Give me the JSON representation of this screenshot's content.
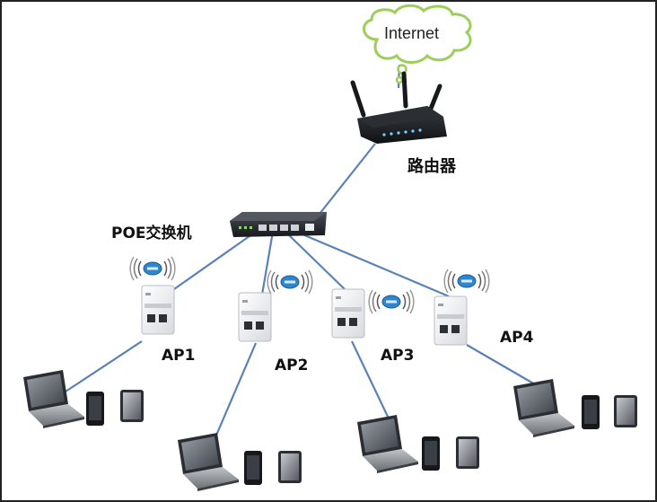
{
  "cloud": {
    "label": "Internet"
  },
  "router": {
    "label": "路由器"
  },
  "switch": {
    "label": "POE交换机"
  },
  "access_points": [
    {
      "label": "AP1"
    },
    {
      "label": "AP2"
    },
    {
      "label": "AP3"
    },
    {
      "label": "AP4"
    }
  ],
  "colors": {
    "link": "#5a82b4",
    "cloud_stroke": "#9ccf5a",
    "device_dark": "#1f2227",
    "ap_body": "#eef0f2",
    "wifi_badge": "#2f86cc"
  }
}
